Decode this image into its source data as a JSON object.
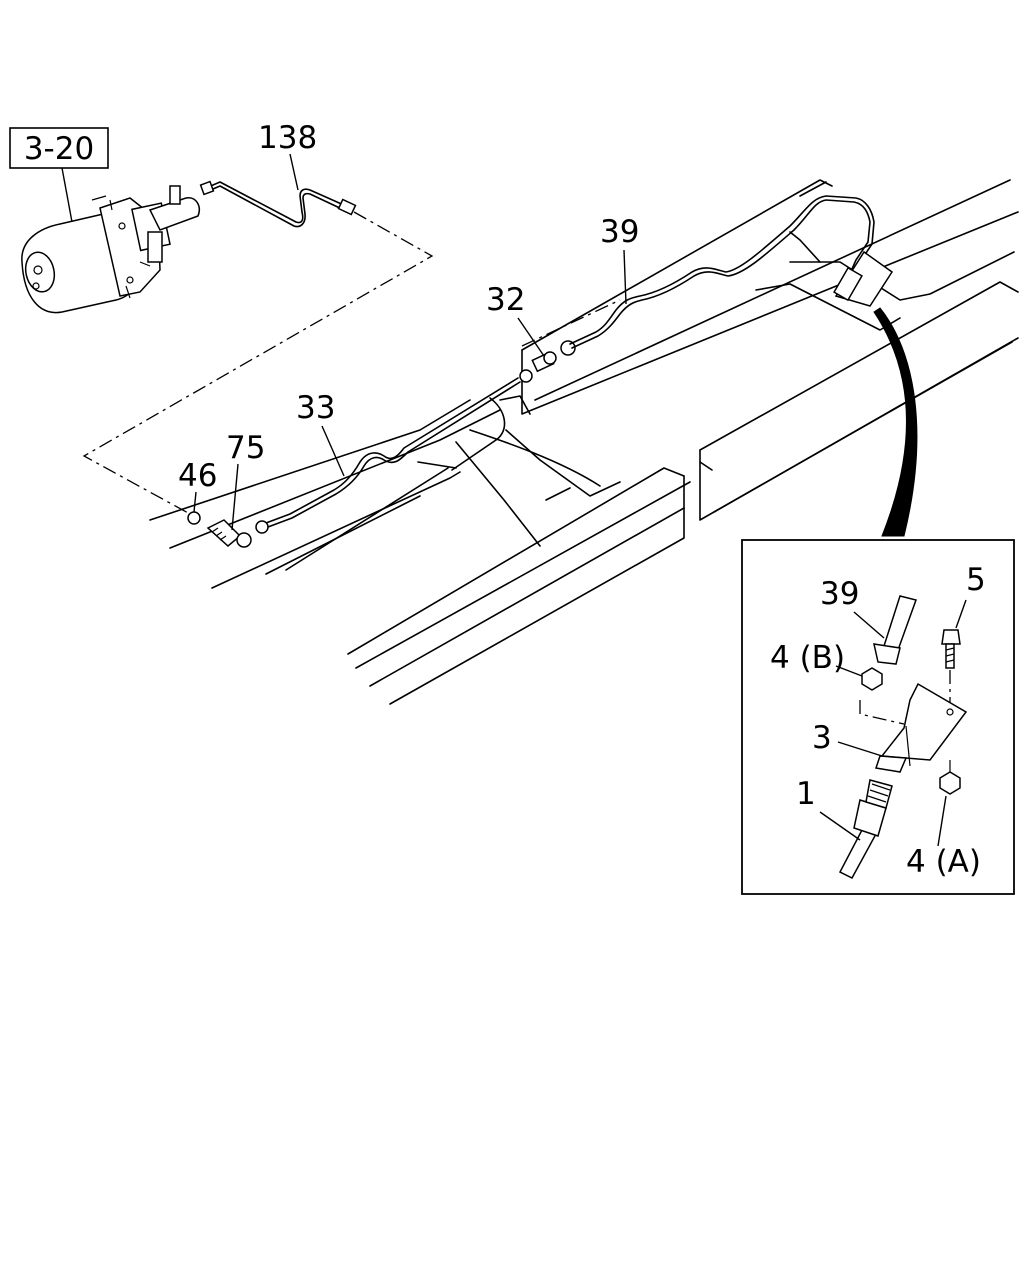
{
  "labels": {
    "ref_box": "3-20",
    "p138": "138",
    "p39": "39",
    "p32": "32",
    "p33": "33",
    "p75": "75",
    "p46": "46"
  },
  "detail": {
    "p39": "39",
    "p5": "5",
    "p4b": "4 (B)",
    "p3": "3",
    "p1": "1",
    "p4a": "4 (A)"
  }
}
